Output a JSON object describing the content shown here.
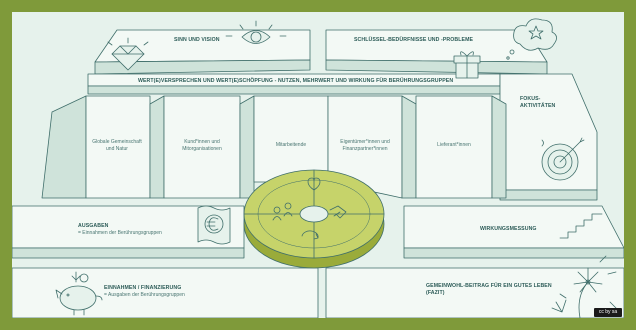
{
  "labels": {
    "sinn_und_vision": "SINN UND VISION",
    "schluessel": "SCHLÜSSEL-BEDÜRFNISSE UND -PROBLEME",
    "wertversprechen": "WERT(E)VERSPRECHEN UND WERT(E)SCHÖPFUNG - NUTZEN, MEHRWERT UND WIRKUNG FÜR BERÜHRUNGSGRUPPEN",
    "fokus_line1": "FOKUS-",
    "fokus_line2": "AKTIVITÄTEN",
    "globale_line1": "Globale Gemeinschaft",
    "globale_line2": "und Natur",
    "kund_line1": "Kund*innen und",
    "kund_line2": "Mitorganisationen",
    "mitarbeitende": "Mitarbeitende",
    "eigentuemer_line1": "Eigentümer*innen und",
    "eigentuemer_line2": "Finanzpartner*innen",
    "lieferant": "Lieferant*innen",
    "ausgaben_title": "AUSGABEN",
    "ausgaben_sub": "= Einnahmen der Berührungsgruppen",
    "einnahmen_title": "EINNAHMEN / FINANZIERUNG",
    "einnahmen_sub": "= Ausgaben der Berührungsgruppen",
    "wirkungsmessung": "WIRKUNGSMESSUNG",
    "gemeinwohl_line1": "GEMEINWOHL-BEITRAG FÜR EIN GUTES LEBEN",
    "gemeinwohl_line2": "(FAZIT)",
    "license": "cc by sa"
  },
  "colors": {
    "frame": "#7f9a3a",
    "background": "#e6f2ec",
    "line": "#3f6e6a",
    "block_face": "#f3f9f5",
    "block_side": "#cfe3da",
    "wheel_green": "#c6d36a",
    "wheel_side": "#9aab3a"
  },
  "icons": [
    "diamond-icon",
    "eye-icon",
    "star-cloud-icon",
    "gift-icon",
    "euro-receipt-icon",
    "target-icon",
    "stairs-icon",
    "piggy-bank-icon",
    "dandelion-icon",
    "heart-icon",
    "handshake-icon",
    "recycle-icon",
    "people-icon"
  ]
}
